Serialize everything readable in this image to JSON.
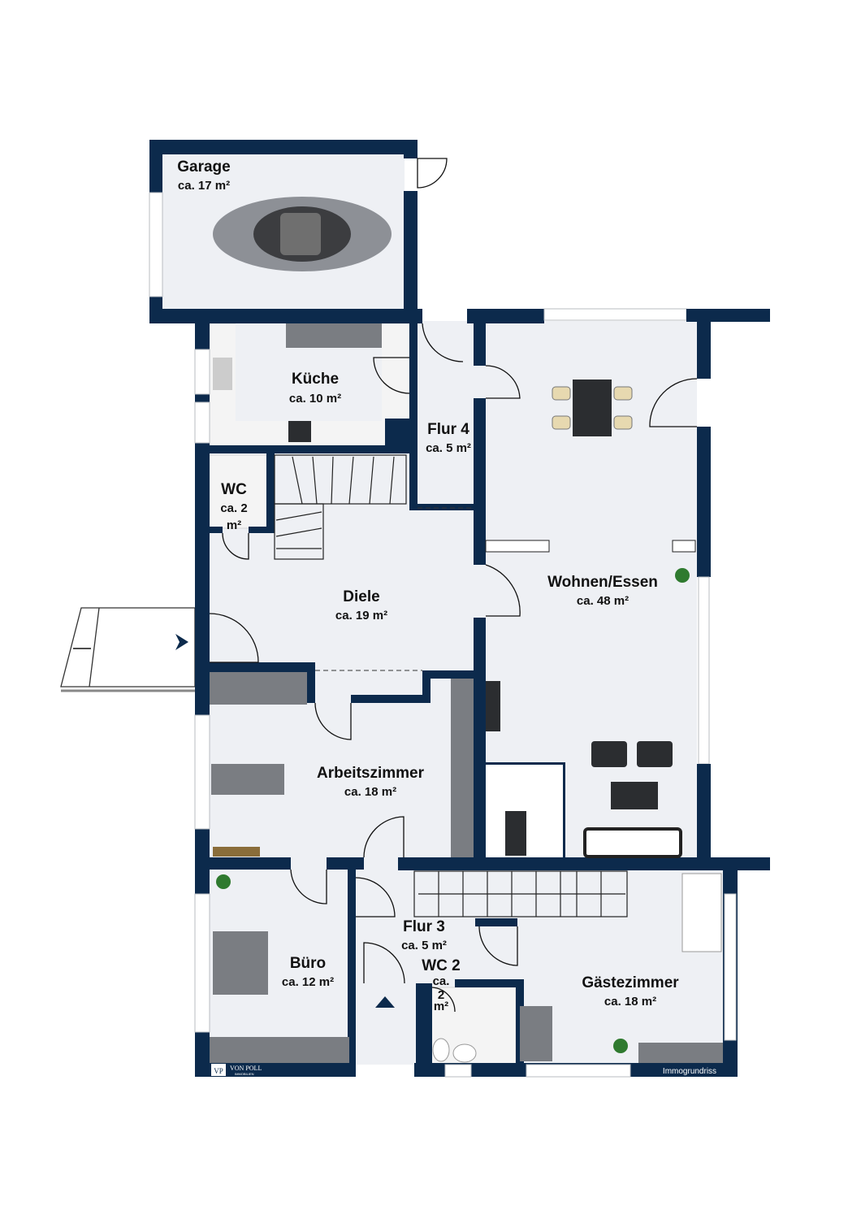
{
  "rooms": {
    "garage": {
      "name": "Garage",
      "area": "ca. 17 m²"
    },
    "kueche": {
      "name": "Küche",
      "area": "ca. 10 m²"
    },
    "flur4": {
      "name": "Flur 4",
      "area": "ca. 5 m²"
    },
    "wc": {
      "name": "WC",
      "area_1": "ca. 2",
      "area_2": "m²"
    },
    "diele": {
      "name": "Diele",
      "area": "ca. 19 m²"
    },
    "wohnen": {
      "name": "Wohnen/Essen",
      "area": "ca. 48 m²"
    },
    "arbeitszimmer": {
      "name": "Arbeitszimmer",
      "area": "ca. 18 m²"
    },
    "buero": {
      "name": "Büro",
      "area": "ca. 12 m²"
    },
    "flur3": {
      "name": "Flur 3",
      "area": "ca. 5 m²"
    },
    "wc2": {
      "name": "WC 2",
      "area_1": "ca.",
      "area_2": "2",
      "area_3": "m²"
    },
    "gaeste": {
      "name": "Gästezimmer",
      "area": "ca. 18 m²"
    }
  },
  "branding": {
    "logo_mark": "VP",
    "logo_name": "VON POLL",
    "logo_sub": "IMMOBILIEN",
    "credit": "Immogrundriss"
  },
  "colors": {
    "wall": "#0c2a4c",
    "floor": "#eef0f4"
  }
}
